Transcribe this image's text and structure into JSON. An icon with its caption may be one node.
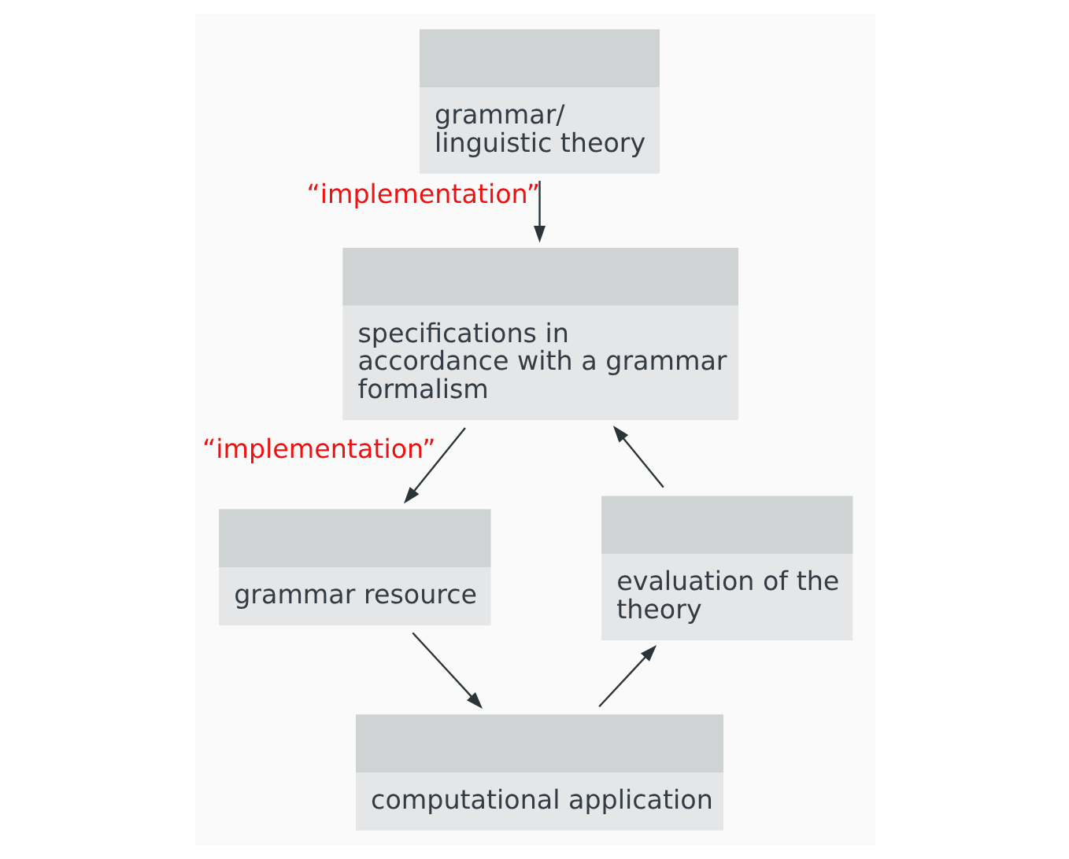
{
  "diagram": {
    "nodes": [
      {
        "text": [
          "grammar/ linguistic theory"
        ]
      },
      {
        "text": [
          "specifications in accordance with a grammar formalism"
        ]
      },
      {
        "text": [
          "grammar resource"
        ]
      },
      {
        "text": [
          "computational application"
        ]
      },
      {
        "text": [
          "evaluation of the theory"
        ]
      }
    ],
    "edges": [
      {
        "from": 0,
        "to": 1,
        "arrow": "to",
        "label": "“implementation”"
      },
      {
        "from": 1,
        "to": 2,
        "arrow": "to",
        "label": "“implementation”"
      },
      {
        "from": 2,
        "to": 3,
        "arrow": "to"
      },
      {
        "from": 3,
        "to": 4,
        "arrow": "to"
      },
      {
        "from": 4,
        "to": 1,
        "arrow": "to"
      }
    ]
  }
}
